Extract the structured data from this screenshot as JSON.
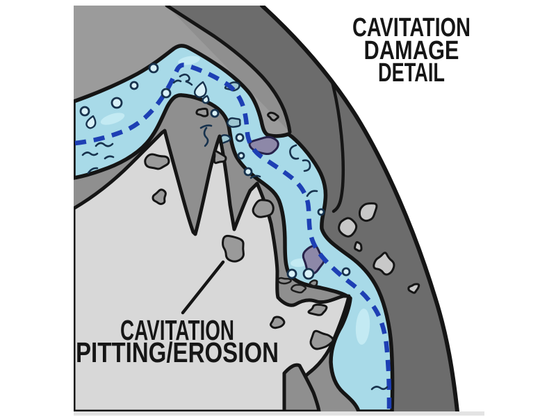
{
  "diagram": {
    "title": {
      "line1": "CAVITATION",
      "line2": "DAMAGE",
      "line3": "DETAIL"
    },
    "pitting_label": {
      "line1": "CAVITATION",
      "line2": "PITTING/EROSION"
    },
    "colors": {
      "page_background": "#ffffff",
      "metal_gray": "#8f8f8f",
      "metal_gray_light": "#9b9b9b",
      "casing_dark_gray": "#6c6c6c",
      "impeller_light_gray": "#d8d8d8",
      "fluid_blue": "#a8dae8",
      "fluid_highlight": "#c8ecf4",
      "flow_line_blue": "#1d3fb4",
      "bubble_fill": "#d9f1f8",
      "bubble_stroke": "#17324d",
      "pit_fill": "#9a9a9a",
      "casing_pit_fill": "#c8c8c8",
      "debris_purple": "#8d88a8",
      "outline": "#151515"
    }
  }
}
